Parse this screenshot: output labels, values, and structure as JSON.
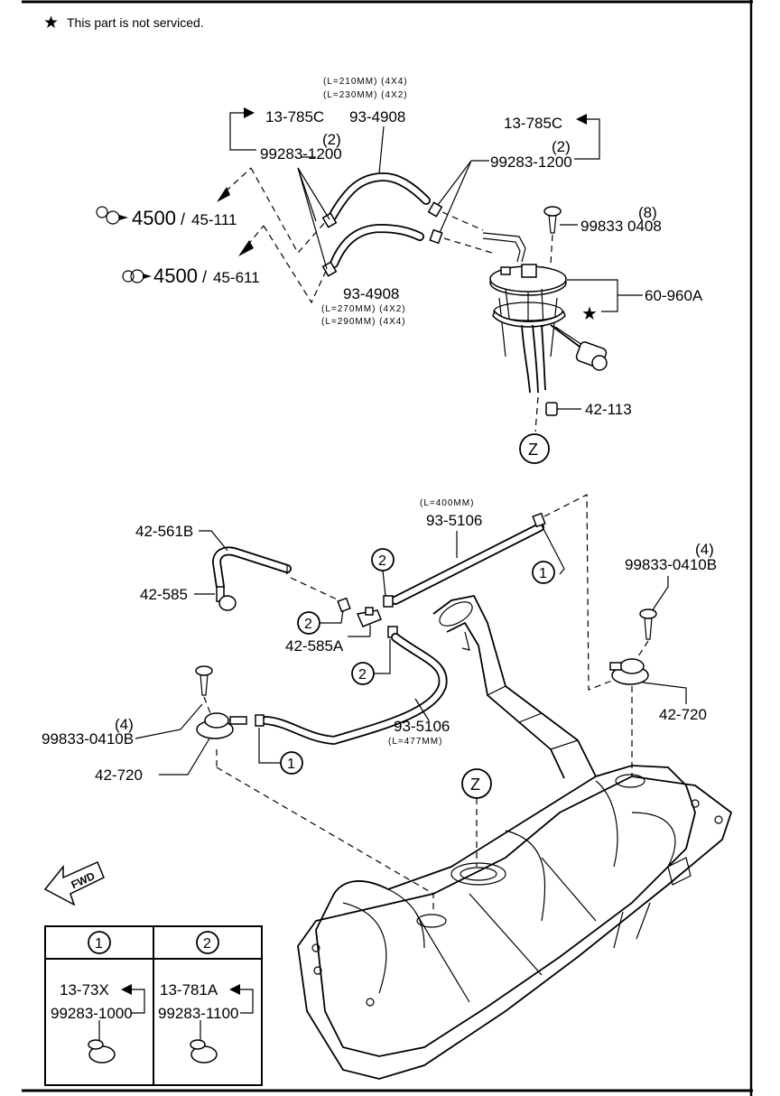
{
  "note": {
    "star": "★",
    "text": "This part is not serviced."
  },
  "upper": {
    "hose_top": {
      "dims": [
        "(L=210MM) (4X4)",
        "(L=230MM) (4X2)"
      ],
      "part": "93-4908"
    },
    "hose_bottom": {
      "part": "93-4908",
      "dims": [
        "(L=270MM) (4X2)",
        "(L=290MM) (4X4)"
      ]
    },
    "left_group": {
      "ref": "13-785C",
      "qty": "(2)",
      "part": "99283-1200"
    },
    "right_group": {
      "ref": "13-785C",
      "qty": "(2)",
      "part": "99283-1200"
    },
    "refs": [
      {
        "code": "4500",
        "slash": "/",
        "sub": "45-111"
      },
      {
        "code": "4500",
        "slash": "/",
        "sub": "45-611"
      }
    ],
    "screw": {
      "qty": "(8)",
      "part": "99833 0408"
    },
    "pump_unit": {
      "part": "60-960A",
      "star": "★"
    },
    "plug": {
      "part": "42-113"
    },
    "z_marker": "Z"
  },
  "lower": {
    "hose_long": {
      "dim": "(L=400MM)",
      "part": "93-5106"
    },
    "hose_mid": {
      "part": "93-5106",
      "dim": "(L=477MM)"
    },
    "elbow": {
      "part": "42-561B"
    },
    "cap": {
      "part": "42-585"
    },
    "joint": {
      "part": "42-585A"
    },
    "right_screw": {
      "qty": "(4)",
      "part": "99833-0410B"
    },
    "left_screw": {
      "qty": "(4)",
      "part": "99833-0410B"
    },
    "valve_right": {
      "part": "42-720"
    },
    "valve_left": {
      "part": "42-720"
    },
    "z_marker": "Z",
    "circle_1": "1",
    "circle_2": "2",
    "fwd": "FWD"
  },
  "legend": {
    "col1": {
      "marker": "1",
      "ref": "13-73X",
      "part": "99283-1000"
    },
    "col2": {
      "marker": "2",
      "ref": "13-781A",
      "part": "99283-1100"
    }
  }
}
